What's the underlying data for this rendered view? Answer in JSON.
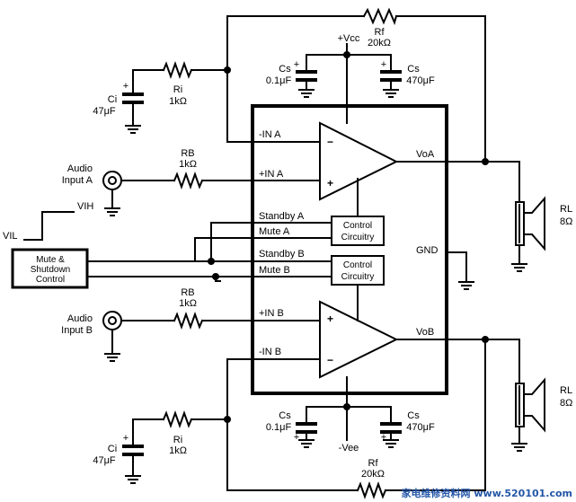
{
  "ic": {
    "pins": {
      "in_neg_a": "-IN A",
      "in_pos_a": "+IN A",
      "standby_a": "Standby A",
      "mute_a": "Mute A",
      "standby_b": "Standby B",
      "mute_b": "Mute B",
      "in_pos_b": "+IN B",
      "in_neg_b": "-IN B",
      "voa": "VoA",
      "vob": "VoB",
      "gnd": "GND"
    },
    "control_block": {
      "line1": "Control",
      "line2": "Circuitry"
    },
    "opamp_signs": {
      "minus": "−",
      "plus": "+"
    }
  },
  "supplies": {
    "vcc": "+Vcc",
    "vee": "-Vee"
  },
  "components": {
    "rf": {
      "name": "Rf",
      "value": "20kΩ"
    },
    "ri": {
      "name": "Ri",
      "value": "1kΩ"
    },
    "ci": {
      "name": "Ci",
      "value": "47μF"
    },
    "rb": {
      "name": "RB",
      "value": "1kΩ"
    },
    "rl": {
      "name": "RL",
      "value": "8Ω"
    },
    "cs1": {
      "name": "Cs",
      "value": "0.1μF"
    },
    "cs2": {
      "name": "Cs",
      "value": "470μF"
    }
  },
  "inputs": {
    "audio_a": {
      "line1": "Audio",
      "line2": "Input A"
    },
    "audio_b": {
      "line1": "Audio",
      "line2": "Input B"
    }
  },
  "logic": {
    "vil": "VIL",
    "vih": "VIH"
  },
  "mute_box": {
    "line1": "Mute &",
    "line2": "Shutdown",
    "line3": "Control"
  },
  "watermark": "家电维修资料网 www.520101.com"
}
